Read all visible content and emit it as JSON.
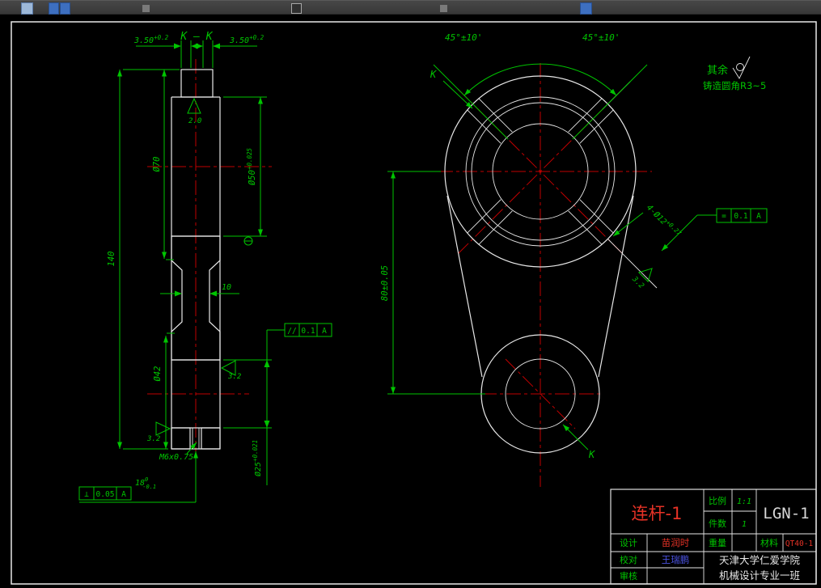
{
  "toolbar": {
    "icons": [
      "app-icon",
      "doc-icon",
      "doc-icon",
      "tool-icon",
      "panel-icon",
      "tool-icon",
      "window-icon"
    ]
  },
  "colors": {
    "annotation_green": "#00c400",
    "centerline_red": "#c00000",
    "outline_white": "#e8e8e8",
    "hatch_blue": "#3344dd",
    "title_red": "#e63226",
    "name_blue": "#4a52e0"
  },
  "section_view": {
    "section_label": "K — K",
    "wall_left": {
      "value": "3.50",
      "tol": "+0.2"
    },
    "wall_right": {
      "value": "3.50",
      "tol": "+0.2"
    },
    "roughness_top": "2.0",
    "dia_outer_big": "Ø70",
    "dia_bore_big": {
      "value": "Ø50",
      "tol": "+0.025"
    },
    "overall_length": "140",
    "web_width": "10",
    "dia_outer_small": "Ø42",
    "roughness_web": "3.2",
    "roughness_bottom": "3.2",
    "thread": "M6x0.75",
    "dia_bore_small": {
      "value": "Ø25",
      "tol": "+0.021"
    },
    "depth": {
      "value": "18",
      "tol_upper": "0",
      "tol_lower": "-0.1"
    },
    "tol_parallel": {
      "symbol": "//",
      "value": "0.1",
      "datum": "A"
    },
    "tol_perpendicular": {
      "symbol": "⊥",
      "value": "0.05",
      "datum": "A"
    }
  },
  "front_view": {
    "angle_left": "45°±10'",
    "angle_right": "45°±10'",
    "k_top": "K",
    "k_bottom": "K",
    "center_distance": "80±0.05",
    "holes": {
      "value": "4-Ø12",
      "tol": "+0.27"
    },
    "tol_symmetry": {
      "symbol": "=",
      "value": "0.1",
      "datum": "A"
    },
    "roughness": "3.2"
  },
  "notes": {
    "others": "其余",
    "casting": "铸造圆角R3~5"
  },
  "title_block": {
    "part_name": "连杆-1",
    "drawing_no": "LGN-1",
    "scale_label": "比例",
    "scale_value": "1:1",
    "qty_label": "件数",
    "qty_value": "1",
    "designer_label": "设计",
    "designer_name": "苗润时",
    "weight_label": "重量",
    "material_label": "材料",
    "material_value": "QT40-1",
    "checker_label": "校对",
    "checker_name": "王瑞鹏",
    "auditor_label": "审核",
    "org_line1": "天津大学仁爱学院",
    "org_line2": "机械设计专业一班"
  }
}
